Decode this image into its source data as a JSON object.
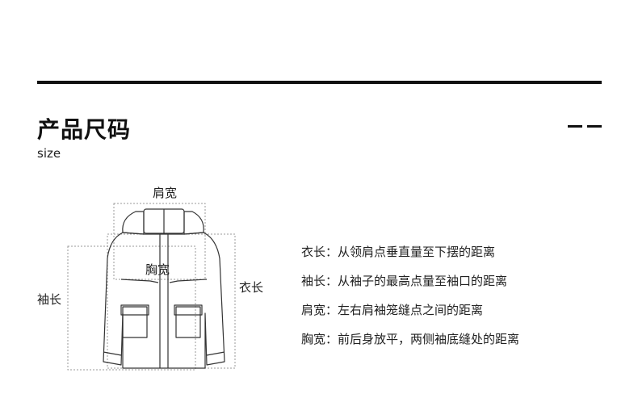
{
  "header": {
    "title": "产品尺码",
    "subtitle": "size"
  },
  "diagram": {
    "labels": {
      "shoulder": "肩宽",
      "chest": "胸宽",
      "length": "衣长",
      "sleeve": "袖长"
    }
  },
  "definitions": [
    {
      "term": "衣长",
      "text": "从领肩点垂直量至下摆的距离"
    },
    {
      "term": "袖长",
      "text": "从袖子的最高点量至袖口的距离"
    },
    {
      "term": "肩宽",
      "text": "左右肩袖笼缝点之间的距离"
    },
    {
      "term": "胸宽",
      "text": "前后身放平，两侧袖底缝处的距离"
    }
  ],
  "separator": "："
}
